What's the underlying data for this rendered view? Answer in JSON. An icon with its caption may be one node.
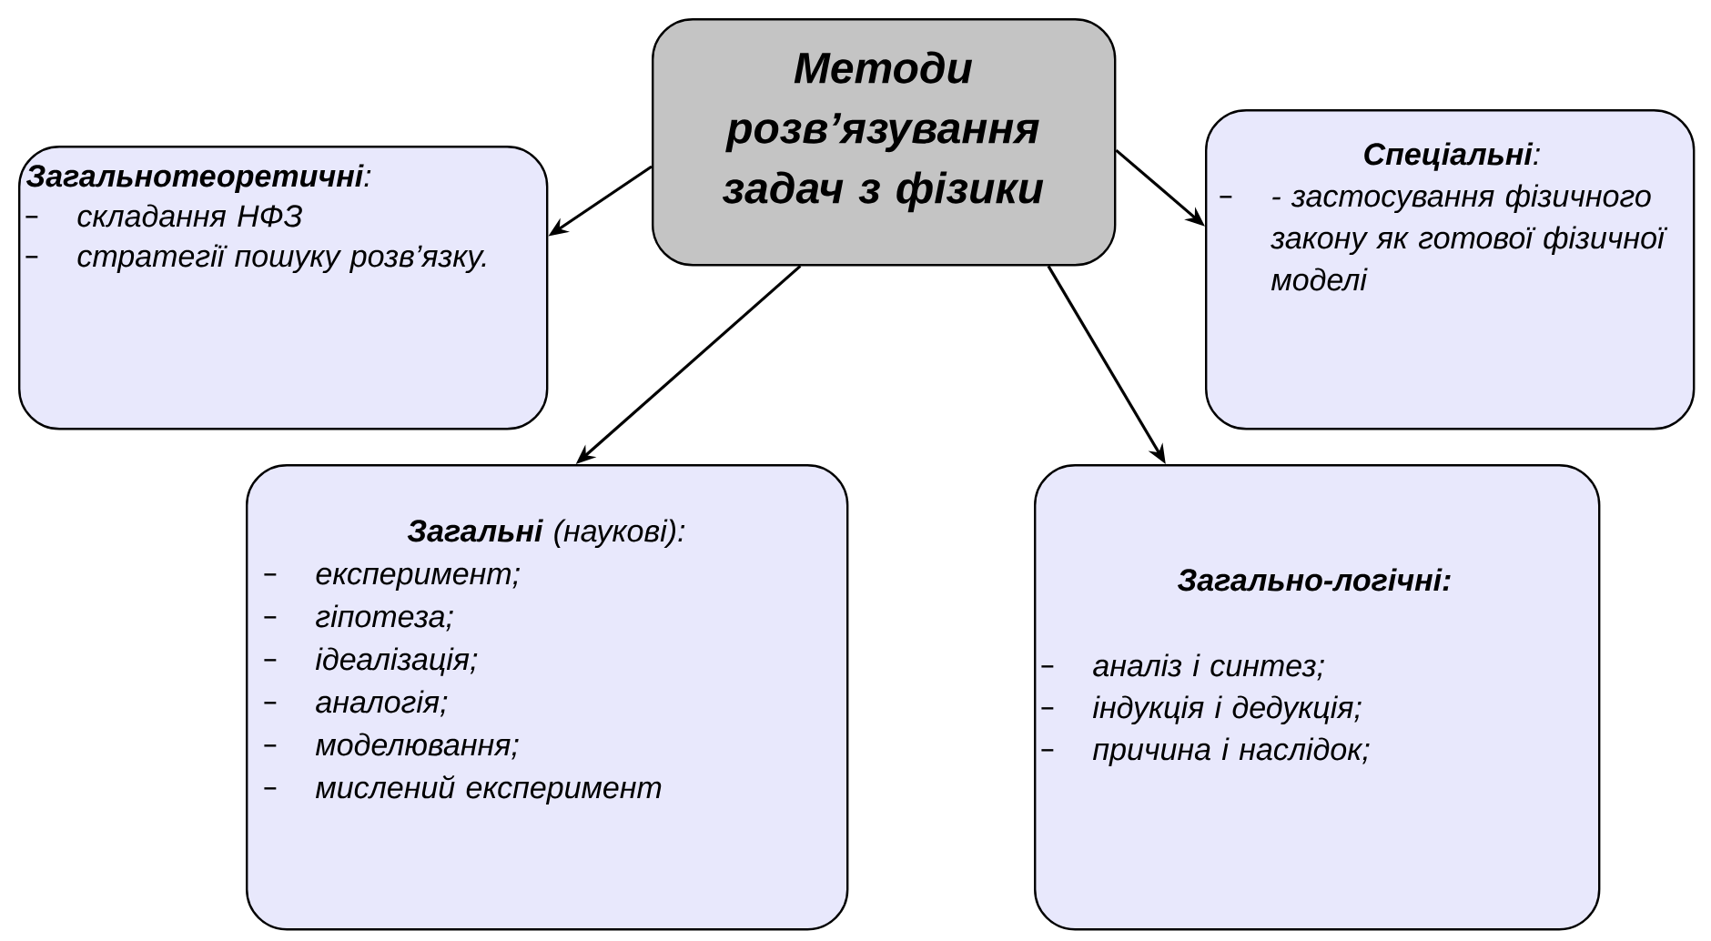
{
  "diagram": {
    "nodes": [
      {
        "text": [
          "Методи розв’язування задач з фізики"
        ]
      },
      {
        "text": [
          "**Загальнотеоретичні**:",
          "складання НФЗ",
          "стратегії пошуку розв’язку."
        ]
      },
      {
        "text": [
          "**Спеціальні**:",
          "- застосування фізичного закону як готової фізичної моделі"
        ]
      },
      {
        "text": [
          "**Загальні** (наукові):",
          "експеримент;",
          "гіпотеза;",
          "ідеалізація;",
          "аналогія;",
          "моделювання;",
          "мислений експеримент"
        ]
      },
      {
        "text": [
          "**Загально-логічні:**",
          "аналіз і синтез;",
          "індукція і дедукція;",
          "причина і наслідок;"
        ]
      }
    ],
    "edges": [
      {
        "from": 0,
        "to": 1,
        "arrow": "to"
      },
      {
        "from": 0,
        "to": 2,
        "arrow": "to"
      },
      {
        "from": 0,
        "to": 3,
        "arrow": "to"
      },
      {
        "from": 0,
        "to": 4,
        "arrow": "to"
      }
    ]
  }
}
